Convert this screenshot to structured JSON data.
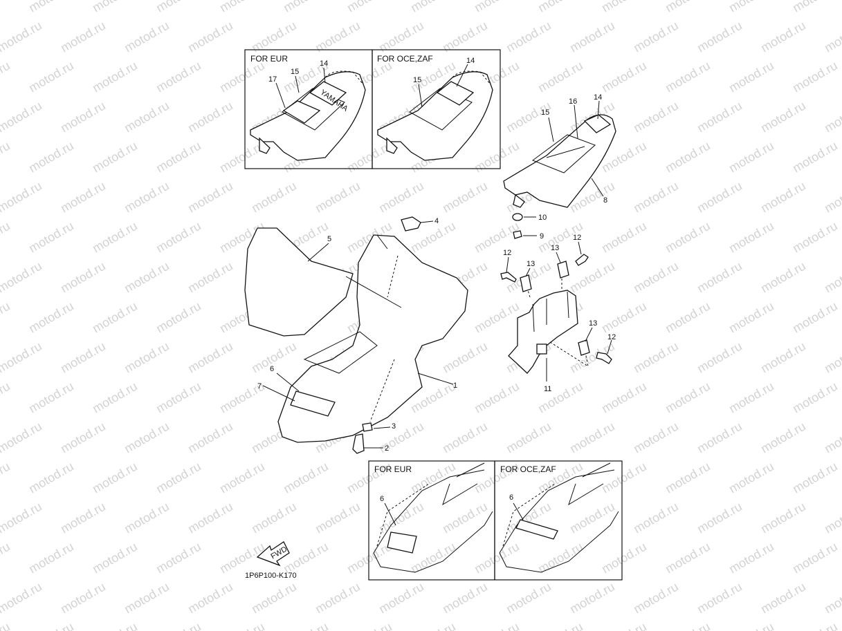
{
  "watermark": "motod.ru",
  "diagram_code": "1P6P100-K170",
  "fwd_label": "FWD",
  "inset_boxes": {
    "top_left_header": "FOR EUR",
    "top_right_header": "FOR OCE,ZAF",
    "bottom_left_header": "FOR EUR",
    "bottom_right_header": "FOR OCE,ZAF"
  },
  "seat_brand_text": "YAMAHA",
  "callouts": {
    "c1": "1",
    "c2": "2",
    "c3": "3",
    "c4": "4",
    "c5": "5",
    "c6": "6",
    "c7": "7",
    "c8": "8",
    "c9": "9",
    "c10": "10",
    "c11": "11",
    "c12a": "12",
    "c12b": "12",
    "c12c": "12",
    "c13a": "13",
    "c13b": "13",
    "c13c": "13",
    "c14": "14",
    "c15": "15",
    "c16": "16",
    "t_eur_14": "14",
    "t_eur_15": "15",
    "t_eur_17": "17",
    "t_oce_14": "14",
    "t_oce_15": "15",
    "b_eur_6": "6",
    "b_oce_6": "6"
  },
  "colors": {
    "ink": "#111111",
    "watermark": "#d3d3d3",
    "background": "#ffffff"
  }
}
